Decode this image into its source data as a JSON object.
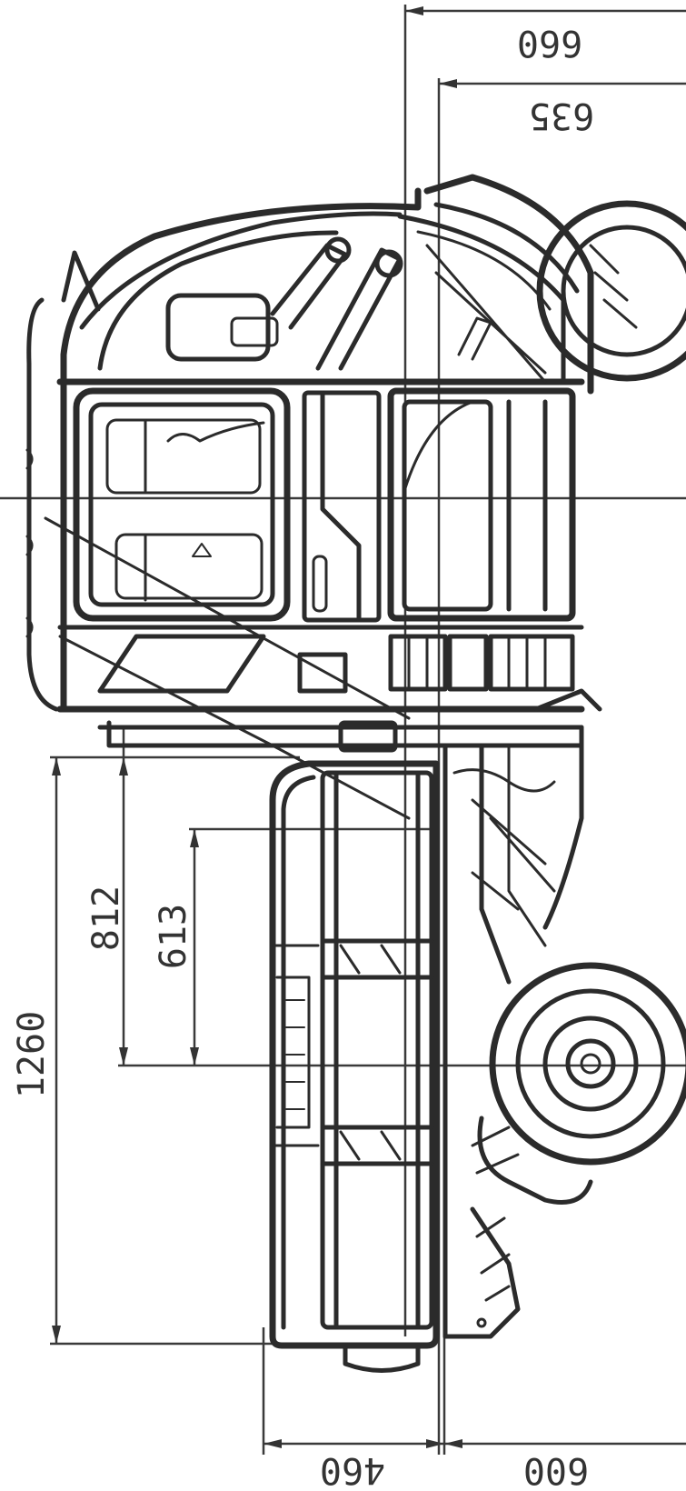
{
  "drawing": {
    "subject": "technical line drawing of a ride-on floor scrubber, side view (rotated)",
    "stroke_color": "#2b2b2b",
    "background": "#ffffff"
  },
  "dimensions": {
    "top_outer": "660",
    "top_inner": "635",
    "left_overall": "1260",
    "left_mid": "812",
    "left_inner": "613",
    "bottom_left": "460",
    "bottom_right": "600"
  }
}
